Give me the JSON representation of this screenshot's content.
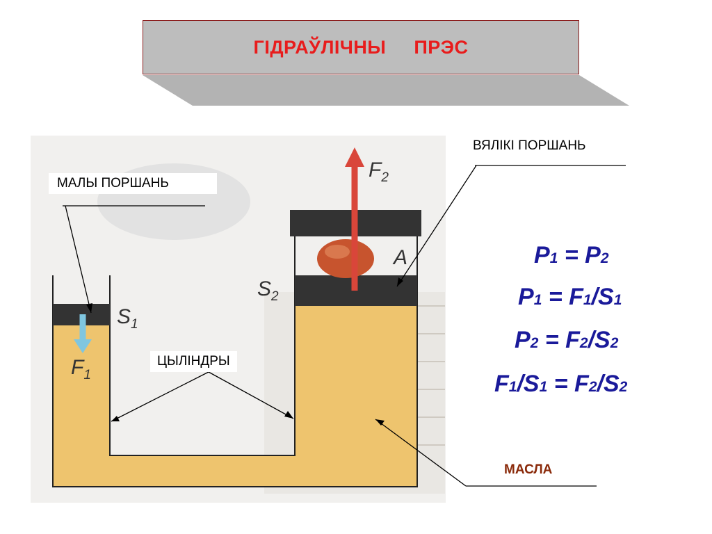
{
  "title": "ГІДРАЎЛІЧНЫ     ПРЭС",
  "labels": {
    "small_piston": "МАЛЫ ПОРШАНЬ",
    "large_piston": "ВЯЛІКІ ПОРШАНЬ",
    "cylinders": "ЦЫЛІНДРЫ",
    "oil": "МАСЛА"
  },
  "symbols": {
    "f1": "F",
    "f1_sub": "1",
    "f2": "F",
    "f2_sub": "2",
    "s1": "S",
    "s1_sub": "1",
    "s2": "S",
    "s2_sub": "2",
    "a": "A"
  },
  "formulas": [
    "P1 = P2",
    "P1 = F1/S1",
    "P2 = F2/S2",
    "F1/S1 = F2/S2"
  ],
  "colors": {
    "title_text": "#e81c1c",
    "title_box": "#bdbdbd",
    "formula": "#1a1a9a",
    "oil": "#eec46e",
    "piston": "#333333",
    "f2_arrow": "#d9463a",
    "f1_arrow": "#7fc6e0",
    "oil_label": "#8a2a0a"
  }
}
